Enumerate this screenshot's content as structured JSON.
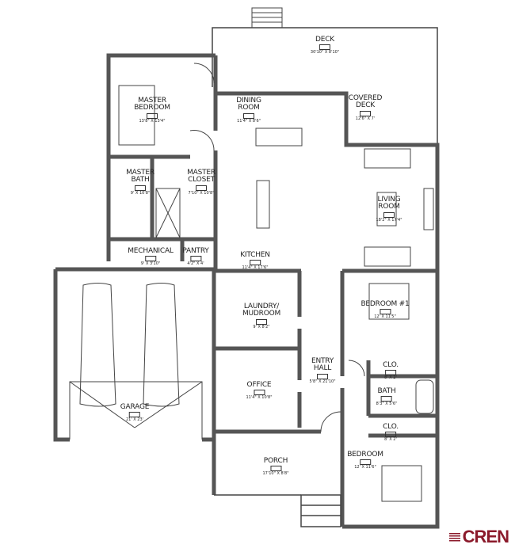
{
  "rooms": [
    {
      "name": "DECK",
      "dims": "30'10\" X 8'10\""
    },
    {
      "name": "MASTER BEDROOM",
      "dims": "13'8\" X 13'4\""
    },
    {
      "name": "DINING ROOM",
      "dims": "11'4\" X 8'6\""
    },
    {
      "name": "COVERED DECK",
      "dims": "12'6\" X 7'"
    },
    {
      "name": "MASTER BATH",
      "dims": "9' X 10'8\""
    },
    {
      "name": "MASTER CLOSET",
      "dims": "7'10\" X 10'8\""
    },
    {
      "name": "LIVING ROOM",
      "dims": "18'2\" X 17'4\""
    },
    {
      "name": "MECHANICAL",
      "dims": "9' X 3'10\""
    },
    {
      "name": "PANTRY",
      "dims": "4'2\" X 4'"
    },
    {
      "name": "KITCHEN",
      "dims": "11'4\" X 17'6\""
    },
    {
      "name": "LAUNDRY/ MUDROOM",
      "dims": "9' X 8'2\""
    },
    {
      "name": "BEDROOM #1",
      "dims": "12' X 11'5\""
    },
    {
      "name": "ENTRY HALL",
      "dims": "5'8\" X 21'10\""
    },
    {
      "name": "CLO.",
      "dims": "8' X 2'"
    },
    {
      "name": "OFFICE",
      "dims": "11'4\" X 10'8\""
    },
    {
      "name": "BATH",
      "dims": "8'3\" X 5'6\""
    },
    {
      "name": "GARAGE",
      "dims": "21' X 23'"
    },
    {
      "name": "CLO.",
      "dims": "8' X 2'"
    },
    {
      "name": "PORCH",
      "dims": "17'10\" X 8'8\""
    },
    {
      "name": "BEDROOM",
      "dims": "12' X 11'6\""
    }
  ],
  "logo": "CREN",
  "colors": {
    "wall": "#555555",
    "logo": "#8b1a2b"
  }
}
